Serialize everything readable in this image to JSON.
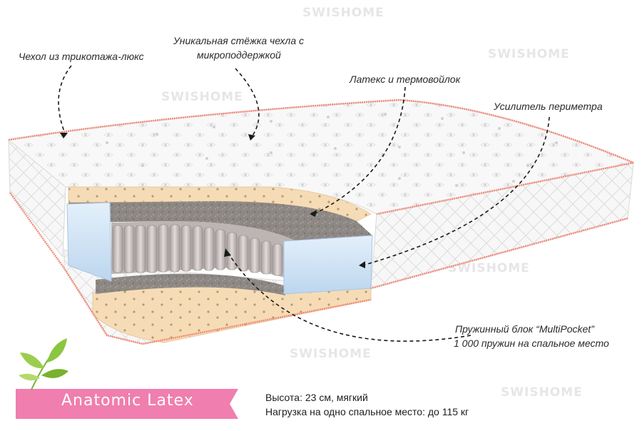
{
  "watermark": "SWISHOME",
  "callouts": {
    "cover": "Чехол из трикотажа-люкс",
    "stitch_line1": "Уникальная стёжка чехла с",
    "stitch_line2": "микроподдержкой",
    "latex": "Латекс и термовойлок",
    "perimeter": "Усилитель периметра",
    "spring_line1": "Пружинный блок “MultiPocket”",
    "spring_line2": "1 000 пружин на спальное место"
  },
  "product": {
    "name": "Anatomic Latex",
    "height": "Высота: 23 см, мягкий",
    "load": "Нагрузка на одно спальное место: до 115 кг"
  },
  "colors": {
    "badge": "#f07eae",
    "piping": "#f08a78",
    "latex": "#f6dcb6",
    "felt": "#8b8580",
    "foam": "#cfe3f5",
    "leaf": "#8cc540"
  }
}
